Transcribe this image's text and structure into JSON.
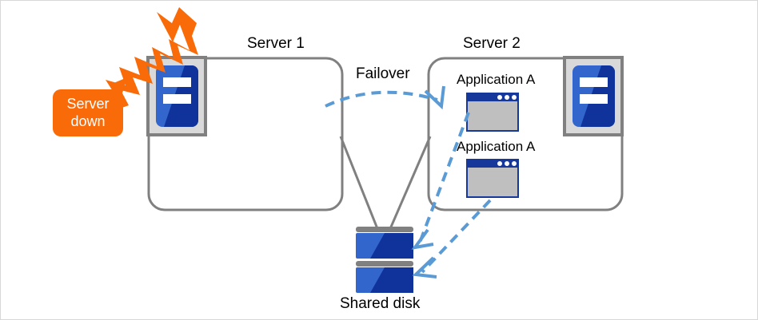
{
  "diagram": {
    "title_server1": "Server 1",
    "title_server2": "Server 2",
    "failover_label": "Failover",
    "shared_disk_label": "Shared disk",
    "callout": {
      "line1": "Server",
      "line2": "down"
    },
    "server2_apps": [
      {
        "label": "Application A"
      },
      {
        "label": "Application A"
      }
    ],
    "colors": {
      "accent_orange": "#F96A08",
      "box_gray": "#808080",
      "icon_blue_light": "#3366CC",
      "icon_blue_dark": "#10339B",
      "arrow_blue": "#5B9BD5",
      "window_titlebar": "#16389B",
      "window_body": "#BFBFBF",
      "frame_gray": "#808080",
      "frame_fill": "#D9D9D9",
      "disk_gray": "#808080",
      "background": "#FFFFFF"
    }
  }
}
